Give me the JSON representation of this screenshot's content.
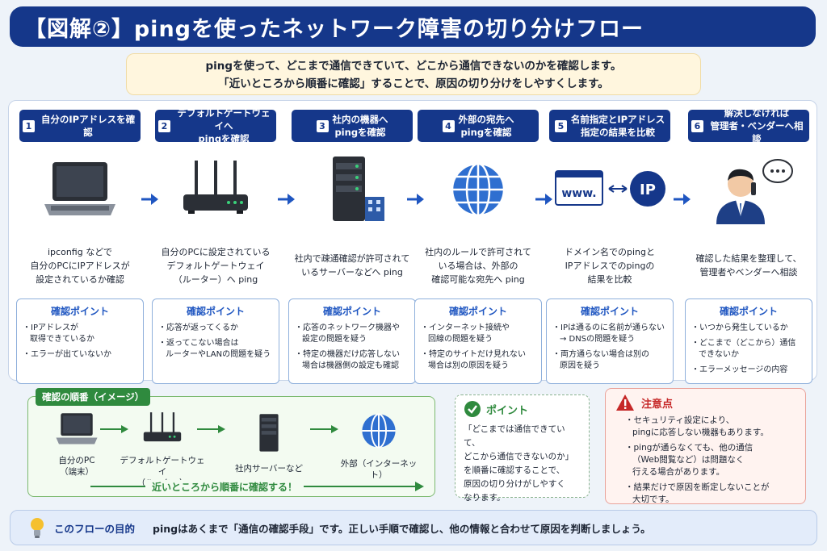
{
  "title": "【図解②】pingを使ったネットワーク障害の切り分けフロー",
  "intro": {
    "line1": "pingを使って、どこまで通信できていて、どこから通信できないのかを確認します。",
    "line2": "「近いところから順番に確認」することで、原因の切り分けをしやすくします。"
  },
  "steps": [
    {
      "num": "1",
      "title": "自分のIPアドレスを確認",
      "icon": "laptop-icon",
      "desc": "ipconfig などで\n自分のPCにIPアドレスが\n設定されているか確認",
      "point_title": "確認ポイント",
      "points": [
        "IPアドレスが\n取得できているか",
        "エラーが出ていないか"
      ]
    },
    {
      "num": "2",
      "title": "デフォルトゲートウェイへ\npingを確認",
      "icon": "router-icon",
      "desc": "自分のPCに設定されている\nデフォルトゲートウェイ\n（ルーター）へ ping",
      "point_title": "確認ポイント",
      "points": [
        "応答が返ってくるか",
        "返ってこない場合は\nルーターやLANの問題を疑う"
      ]
    },
    {
      "num": "3",
      "title": "社内の機器へ\npingを確認",
      "icon": "server-icon",
      "desc": "社内で疎通確認が許可されて\nいるサーバーなどへ ping",
      "point_title": "確認ポイント",
      "points": [
        "応答のネットワーク機器や\n設定の問題を疑う",
        "特定の機器だけ応答しない\n場合は機器側の設定も確認"
      ]
    },
    {
      "num": "4",
      "title": "外部の宛先へ\npingを確認",
      "icon": "globe-icon",
      "desc": "社内のルールで許可されて\nいる場合は、外部の\n確認可能な宛先へ ping",
      "point_title": "確認ポイント",
      "points": [
        "インターネット接続や\n回線の問題を疑う",
        "特定のサイトだけ見れない\n場合は別の原因を疑う"
      ]
    },
    {
      "num": "5",
      "title": "名前指定とIPアドレス\n指定の結果を比較",
      "icon": "www-ip-icon",
      "desc": "ドメイン名でのpingと\nIPアドレスでのpingの\n結果を比較",
      "point_title": "確認ポイント",
      "points": [
        "IPは通るのに名前が通らない\n→ DNSの問題を疑う",
        "両方通らない場合は別の\n原因を疑う"
      ]
    },
    {
      "num": "6",
      "title": "解決しなければ\n管理者・ベンダーへ相談",
      "icon": "person-phone-icon",
      "desc": "確認した結果を整理して、\n管理者やベンダーへ相談",
      "point_title": "確認ポイント",
      "points": [
        "いつから発生しているか",
        "どこまで（どこから）通信\nできないか",
        "エラーメッセージの内容"
      ]
    }
  ],
  "www_label": "www.",
  "ip_label": "IP",
  "order": {
    "tag": "確認の順番（イメージ）",
    "items": [
      {
        "label": "自分のPC\n（端末）",
        "icon": "laptop-icon"
      },
      {
        "label": "デフォルトゲートウェイ\n（ルーター）",
        "icon": "router-icon"
      },
      {
        "label": "社内サーバーなど",
        "icon": "server-icon"
      },
      {
        "label": "外部（インターネット）",
        "icon": "globe-icon"
      }
    ],
    "footer": "近いところから順番に確認する！"
  },
  "tip": {
    "title": "ポイント",
    "text": "「どこまでは通信できていて、\nどこから通信できないのか」\nを順番に確認することで、\n原因の切り分けがしやすく\nなります。"
  },
  "warning": {
    "title": "注意点",
    "items": [
      "セキュリティ設定により、\npingに応答しない機器もあります。",
      "pingが通らなくても、他の通信\n（Web閲覧など）は問題なく\n行える場合があります。",
      "結果だけで原因を断定しないことが\n大切です。"
    ]
  },
  "footer": {
    "title": "このフローの目的",
    "text": "pingはあくまで「通信の確認手段」です。正しい手順で確認し、他の情報と合わせて原因を判断しましょう。"
  },
  "colors": {
    "navy": "#15378a",
    "accent": "#1f56c1",
    "green": "#2f8a3e",
    "red": "#c62828"
  }
}
